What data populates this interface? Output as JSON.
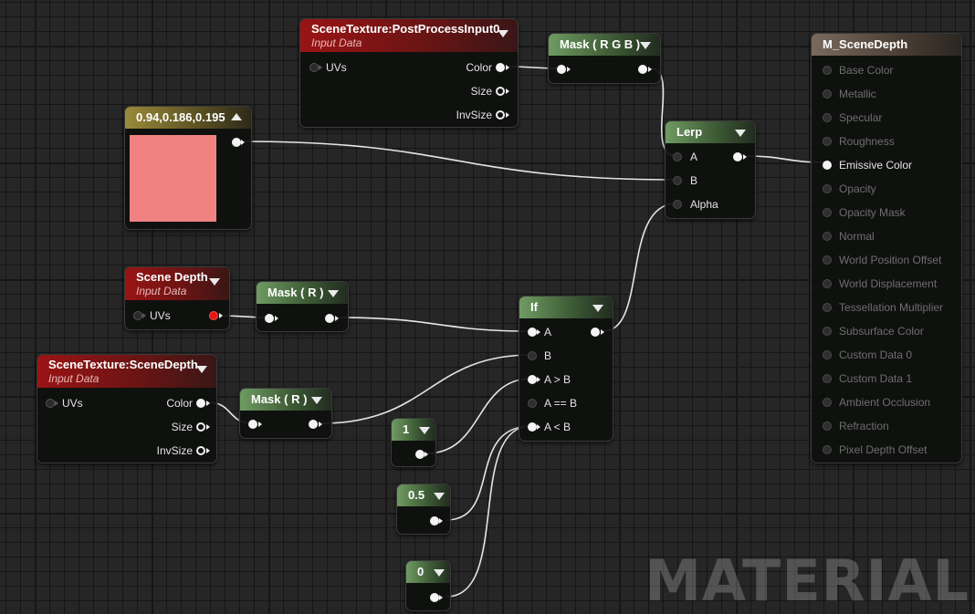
{
  "watermark": "MATERIAL",
  "colors": {
    "input_header": "#9a1414",
    "math_header": "#6f9b62",
    "constant_header": "#9b8a3a",
    "result_header": "#7a6a5e",
    "swatch": "#f08282",
    "wire": "#e6e6e6"
  },
  "nodes": {
    "post_process": {
      "title": "SceneTexture:PostProcessInput0",
      "subtitle": "Input Data",
      "in_uvs": "UVs",
      "out_color": "Color",
      "out_size": "Size",
      "out_invsize": "InvSize"
    },
    "mask_rgb": {
      "title": "Mask ( R G B )"
    },
    "constant_color": {
      "title": "0.94,0.186,0.195"
    },
    "lerp": {
      "title": "Lerp",
      "in_a": "A",
      "in_b": "B",
      "in_alpha": "Alpha"
    },
    "scene_depth": {
      "title": "Scene Depth",
      "subtitle": "Input Data",
      "in_uvs": "UVs"
    },
    "mask_r1": {
      "title": "Mask ( R )"
    },
    "scene_texture_depth": {
      "title": "SceneTexture:SceneDepth",
      "subtitle": "Input Data",
      "in_uvs": "UVs",
      "out_color": "Color",
      "out_size": "Size",
      "out_invsize": "InvSize"
    },
    "mask_r2": {
      "title": "Mask ( R )"
    },
    "if_node": {
      "title": "If",
      "in_a": "A",
      "in_b": "B",
      "in_agb": "A > B",
      "in_aeb": "A == B",
      "in_alb": "A < B"
    },
    "const_1": {
      "title": "1"
    },
    "const_05": {
      "title": "0.5"
    },
    "const_0": {
      "title": "0"
    },
    "result": {
      "title": "M_SceneDepth",
      "inputs": [
        "Base Color",
        "Metallic",
        "Specular",
        "Roughness",
        "Emissive Color",
        "Opacity",
        "Opacity Mask",
        "Normal",
        "World Position Offset",
        "World Displacement",
        "Tessellation Multiplier",
        "Subsurface Color",
        "Custom Data 0",
        "Custom Data 1",
        "Ambient Occlusion",
        "Refraction",
        "Pixel Depth Offset"
      ]
    }
  }
}
